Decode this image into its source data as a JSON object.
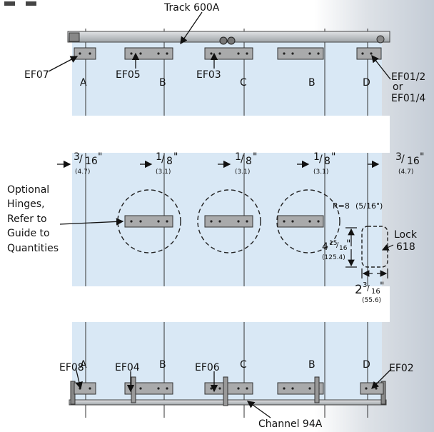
{
  "track_label": "Track 600A",
  "channel_label": "Channel 94A",
  "top_fittings": [
    "EF07",
    "EF05",
    "EF03"
  ],
  "top_right_fitting": {
    "line1": "EF01/2",
    "line2": "or",
    "line3": "EF01/4"
  },
  "bottom_fittings": [
    "EF08",
    "EF04",
    "EF06",
    "EF02"
  ],
  "panel_letters_top": [
    "A",
    "B",
    "C",
    "B",
    "D"
  ],
  "panel_letters_bottom": [
    "A",
    "B",
    "C",
    "B",
    "D"
  ],
  "gaps": [
    {
      "imperial_whole": "",
      "imperial_num": "3",
      "imperial_den": "16",
      "metric": "(4.7)"
    },
    {
      "imperial_whole": "",
      "imperial_num": "1",
      "imperial_den": "8",
      "metric": "(3.1)"
    },
    {
      "imperial_whole": "",
      "imperial_num": "1",
      "imperial_den": "8",
      "metric": "(3.1)"
    },
    {
      "imperial_whole": "",
      "imperial_num": "1",
      "imperial_den": "8",
      "metric": "(3.1)"
    },
    {
      "imperial_whole": "",
      "imperial_num": "3",
      "imperial_den": "16",
      "metric": "(4.7)"
    }
  ],
  "optional_hinges": [
    "Optional",
    "Hinges,",
    "Refer to",
    "Guide to",
    "Quantities"
  ],
  "lock": {
    "line1": "Lock",
    "line2": "618",
    "radius_prefix": "R=8",
    "radius_frac": "(5/16\")"
  },
  "lock_height": {
    "whole": "4",
    "num": "15",
    "den": "16",
    "metric": "(125.4)"
  },
  "lock_width": {
    "whole": "2",
    "num": "3",
    "den": "16",
    "metric": "(55.6)"
  }
}
